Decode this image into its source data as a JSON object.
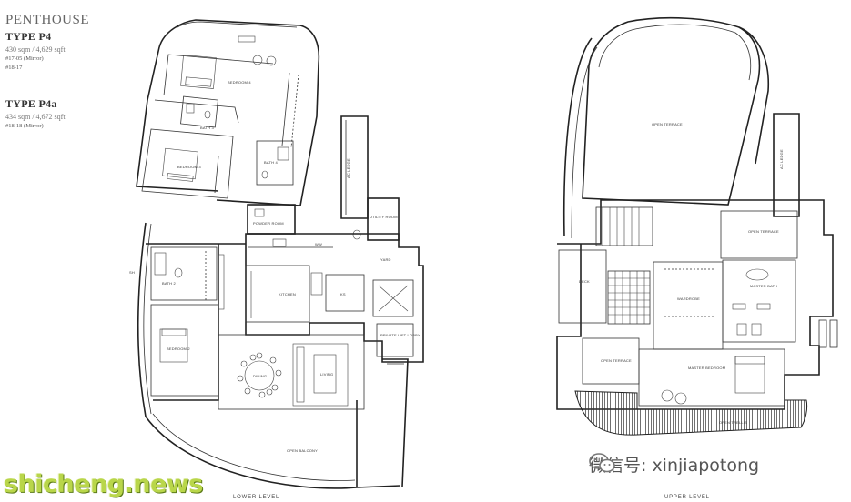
{
  "legend": {
    "heading": "PENTHOUSE",
    "types": [
      {
        "name": "TYPE P4",
        "size": "430 sqm / 4,629 sqft",
        "units": [
          "#17-05 (Mirror)",
          "#18-17"
        ]
      },
      {
        "name": "TYPE P4a",
        "size": "434 sqm / 4,672 sqft",
        "units": [
          "#18-18 (Mirror)"
        ]
      }
    ]
  },
  "lower": {
    "level_label": "LOWER LEVEL",
    "rooms": {
      "bedroom4": "BEDROOM 4",
      "bath3": "BATH 3",
      "bedroom3": "BEDROOM 3",
      "bath4": "BATH 4",
      "powder": "POWDER ROOM",
      "utility": "UTILITY ROOM",
      "ac_ledge": "AC LEDGE",
      "yard": "YARD",
      "bath2": "BATH 2",
      "bedroom2": "BEDROOM 2",
      "kitchen": "KITCHEN",
      "ks": "KS",
      "dining": "DINING",
      "living": "LIVING",
      "lobby": "PRIVATE LIFT LOBBY",
      "balcony": "OPEN BALCONY",
      "ww": "WW",
      "sh": "SH"
    }
  },
  "upper": {
    "level_label": "UPPER LEVEL",
    "rooms": {
      "open_terrace_top": "OPEN TERRACE",
      "ac_ledge": "AC LEDGE",
      "open_terrace_right": "OPEN TERRACE",
      "deck": "DECK",
      "wardrobe": "WARDROBE",
      "master_bath": "MASTER BATH",
      "open_terrace_left": "OPEN TERRACE",
      "master_bedroom": "MASTER BEDROOM",
      "open_trellis": "OPEN TRELLIS"
    }
  },
  "watermark": {
    "site": "shicheng.news",
    "wechat": "微信号: xinjiapotong"
  }
}
